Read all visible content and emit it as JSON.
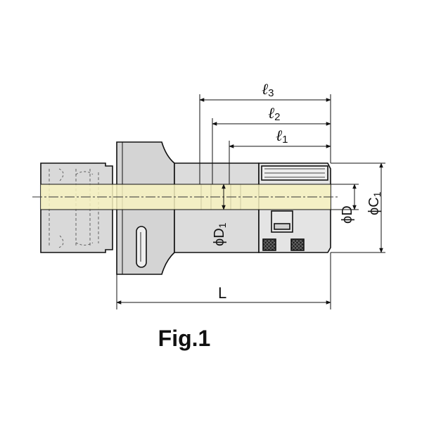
{
  "diagram": {
    "caption": "Fig.1",
    "dimensions": {
      "l3": {
        "symbol": "ℓ",
        "sub": "3"
      },
      "l2": {
        "symbol": "ℓ",
        "sub": "2"
      },
      "l1": {
        "symbol": "ℓ",
        "sub": "1"
      },
      "L": {
        "symbol": "L"
      },
      "D1": {
        "symbol": "ϕD",
        "sub": "1"
      },
      "D": {
        "symbol": "ϕD"
      },
      "C1": {
        "symbol": "ϕC",
        "sub": "1"
      }
    },
    "colors": {
      "line": "#111111",
      "body_fill": "#d8d8d8",
      "body_light": "#ececec",
      "centerline_fill": "#f7f2bf",
      "background": "#ffffff"
    }
  }
}
